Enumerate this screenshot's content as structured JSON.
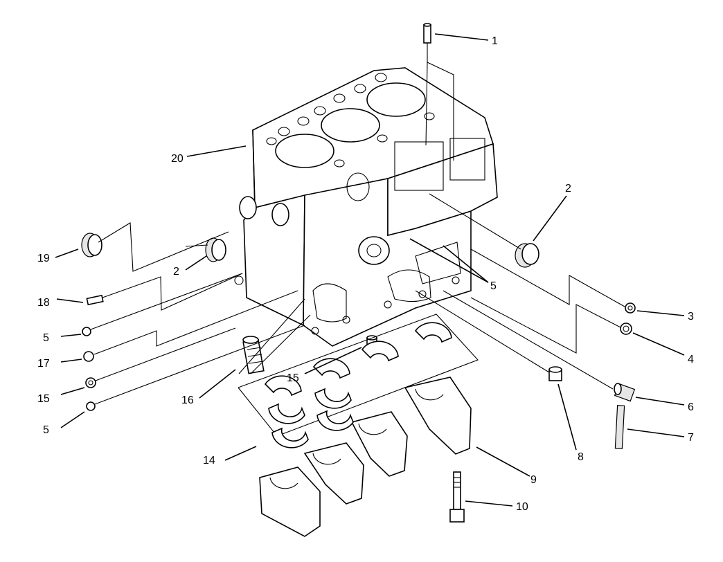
{
  "diagram": {
    "type": "exploded-parts-view",
    "callouts": {
      "c1": "1",
      "c2a": "2",
      "c2b": "2",
      "c3": "3",
      "c4": "4",
      "c5a": "5",
      "c5b": "5",
      "c5c": "5",
      "c6": "6",
      "c7": "7",
      "c8": "8",
      "c9": "9",
      "c10": "10",
      "c14": "14",
      "c15a": "15",
      "c15b": "15",
      "c16": "16",
      "c17": "17",
      "c18": "18",
      "c19": "19",
      "c20": "20"
    }
  }
}
